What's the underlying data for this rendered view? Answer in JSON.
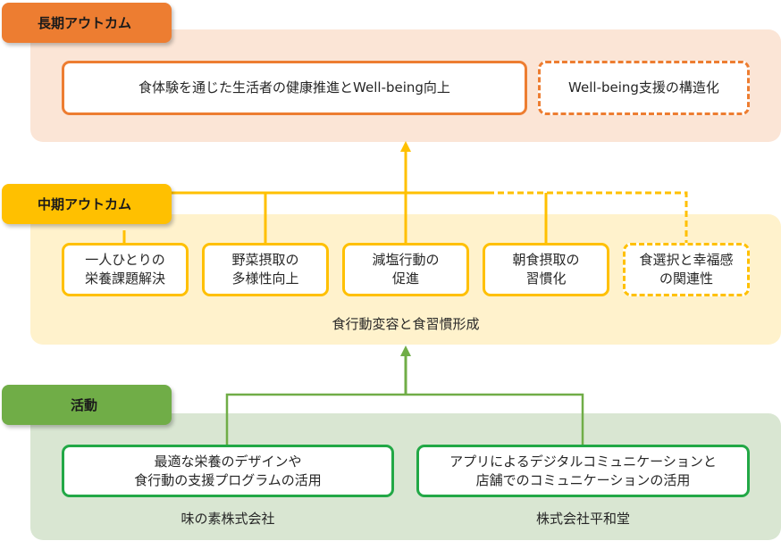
{
  "colors": {
    "long_term": "#ed7d31",
    "long_term_bg": "#fbe5d6",
    "mid_term": "#ffc000",
    "mid_term_bg": "#fff2cc",
    "activity": "#70ad47",
    "activity_bg": "#d9e6d2",
    "activity_border": "#22a846"
  },
  "long_term": {
    "tag": "長期アウトカム",
    "boxes": [
      {
        "text": "食体験を通じた生活者の健康推進とWell-being向上",
        "style": "solid"
      },
      {
        "text": "Well-being支援の構造化",
        "style": "dashed"
      }
    ]
  },
  "mid_term": {
    "tag": "中期アウトカム",
    "boxes": [
      {
        "text": "一人ひとりの\n栄養課題解決",
        "style": "solid"
      },
      {
        "text": "野菜摂取の\n多様性向上",
        "style": "solid"
      },
      {
        "text": "減塩行動の\n促進",
        "style": "solid"
      },
      {
        "text": "朝食摂取の\n習慣化",
        "style": "solid"
      },
      {
        "text": "食選択と幸福感\nの関連性",
        "style": "dashed"
      }
    ],
    "caption": "食行動変容と食習慣形成"
  },
  "activity": {
    "tag": "活動",
    "boxes": [
      {
        "text": "最適な栄養のデザインや\n食行動の支援プログラムの活用",
        "org": "味の素株式会社"
      },
      {
        "text": "アプリによるデジタルコミュニケーションと\n店舗でのコミュニケーションの活用",
        "org": "株式会社平和堂"
      }
    ]
  }
}
